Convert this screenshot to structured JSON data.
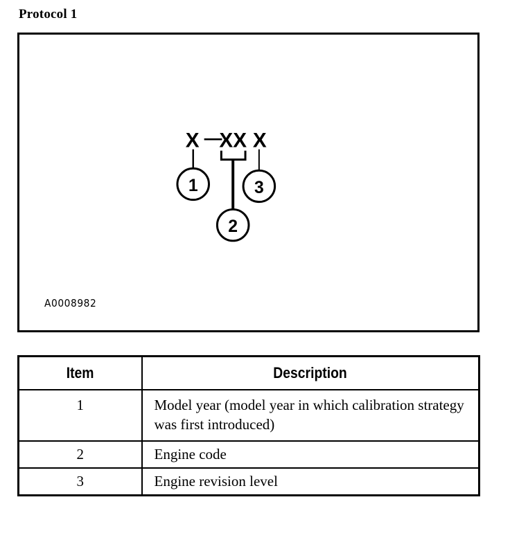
{
  "page": {
    "title": "Protocol 1"
  },
  "figure": {
    "id_label": "A0008982",
    "code_string": {
      "part1": "X",
      "dash": "—",
      "part2": "XX",
      "part3": "X"
    },
    "callouts": [
      {
        "number": "1",
        "target": "first character (model year)"
      },
      {
        "number": "2",
        "target": "middle two characters (engine code)"
      },
      {
        "number": "3",
        "target": "last character (engine revision level)"
      }
    ],
    "stroke_color": "#000000",
    "background_color": "#ffffff"
  },
  "legend": {
    "headers": [
      "Item",
      "Description"
    ],
    "rows": [
      {
        "item": "1",
        "description": "Model year (model year in which calibration strategy was first introduced)"
      },
      {
        "item": "2",
        "description": "Engine code"
      },
      {
        "item": "3",
        "description": "Engine revision level"
      }
    ]
  }
}
